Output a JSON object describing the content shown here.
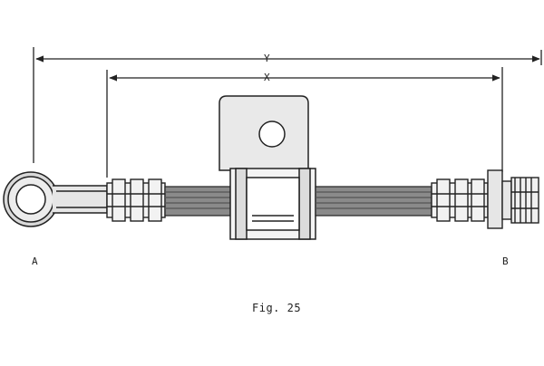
{
  "dimensions": {
    "overall_label": "Y",
    "hose_label": "X"
  },
  "ends": {
    "left_label": "A",
    "right_label": "B"
  },
  "caption": "Fig. 25",
  "colors": {
    "line": "#222222",
    "hose_fill": "#8a8a8a",
    "background": "#ffffff"
  }
}
